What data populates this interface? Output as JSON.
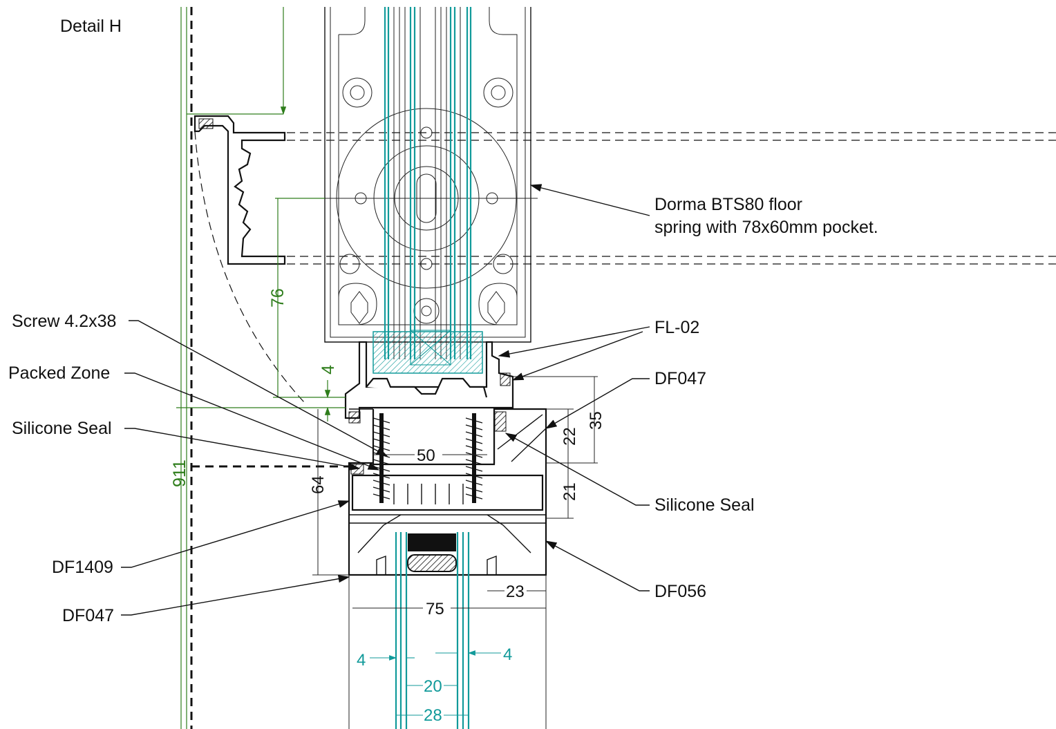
{
  "title": "Detail H",
  "callouts": {
    "dorma_line1": "Dorma BTS80 floor",
    "dorma_line2": "spring with 78x60mm pocket.",
    "fl02": "FL-02",
    "df047_right": "DF047",
    "silicone_seal_right": "Silicone Seal",
    "df056": "DF056",
    "screw": "Screw 4.2x38",
    "packed_zone": "Packed Zone",
    "silicone_seal_left": "Silicone Seal",
    "df1409": "DF1409",
    "df047_left": "DF047"
  },
  "dimensions": {
    "d911": "911",
    "d76": "76",
    "d4_vertical": "4",
    "d64": "64",
    "d50": "50",
    "d35": "35",
    "d22": "22",
    "d21": "21",
    "d23": "23",
    "d75": "75",
    "d4_left": "4",
    "d4_right": "4",
    "d20": "20",
    "d28": "28"
  },
  "colors": {
    "line": "#111111",
    "dimension_green": "#2e7d1b",
    "glass_teal": "#119a9a"
  }
}
